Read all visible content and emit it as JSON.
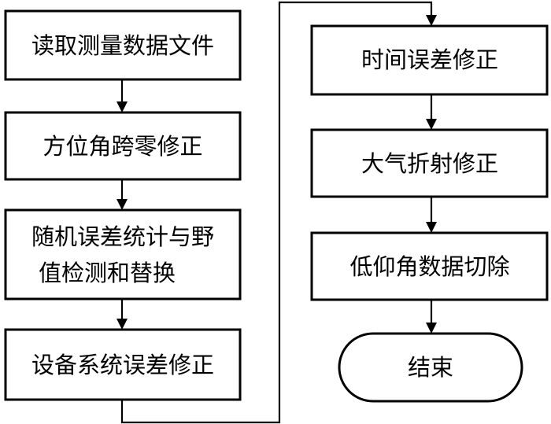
{
  "flowchart": {
    "steps": [
      {
        "lines": [
          "读取测量数据文件"
        ]
      },
      {
        "lines": [
          "方位角跨零修正"
        ]
      },
      {
        "lines": [
          "随机误差统计与野",
          "值检测和替换"
        ]
      },
      {
        "lines": [
          "设备系统误差修正"
        ]
      },
      {
        "lines": [
          "时间误差修正"
        ]
      },
      {
        "lines": [
          "大气折射修正"
        ]
      },
      {
        "lines": [
          "低仰角数据切除"
        ]
      }
    ],
    "end": {
      "label": "结束"
    }
  }
}
